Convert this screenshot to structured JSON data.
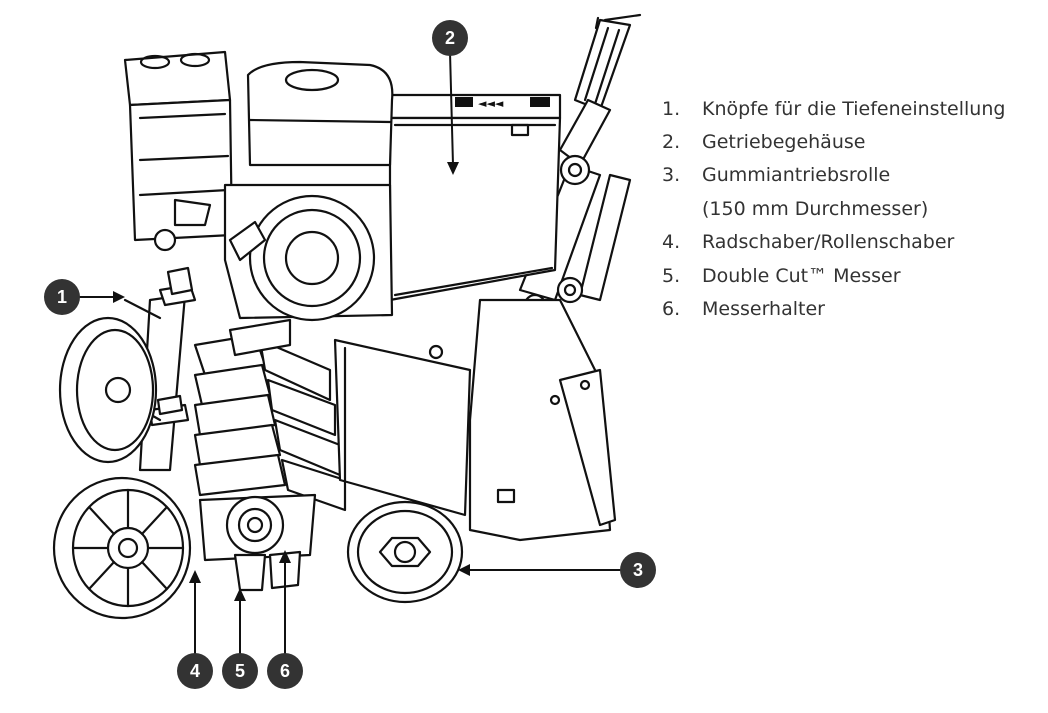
{
  "legend": {
    "items": [
      {
        "number": "1.",
        "text": "Knöpfe für die Tiefeneinstellung"
      },
      {
        "number": "2.",
        "text": "Getriebegehäuse"
      },
      {
        "number": "3.",
        "text": "Gummiantriebsrolle"
      },
      {
        "number": "",
        "text": "(150 mm Durchmesser)"
      },
      {
        "number": "4.",
        "text": "Radschaber/Rollenschaber"
      },
      {
        "number": "5.",
        "text": "Double Cut™ Messer"
      },
      {
        "number": "6.",
        "text": "Messerhalter"
      }
    ]
  },
  "callouts": [
    "1",
    "2",
    "3",
    "4",
    "5",
    "6"
  ],
  "decals": {
    "arrows": "◄◄◄"
  },
  "colors": {
    "line": "#111111",
    "callout_fill": "#333333",
    "text": "#333333"
  }
}
